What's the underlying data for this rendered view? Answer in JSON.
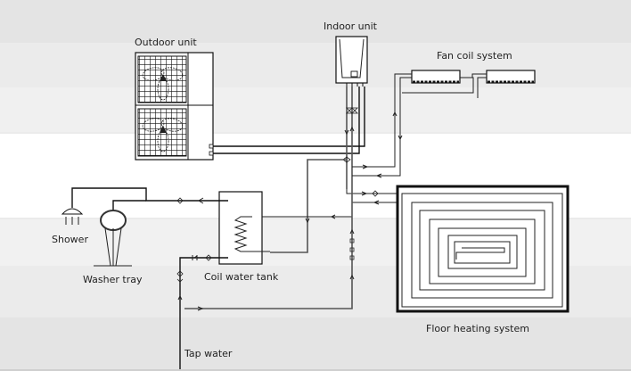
{
  "title": "Heat pump system diagram",
  "colors": {
    "background_top": "#e6e6e6",
    "background_mid": "#f2f2f2",
    "background_white": "#ffffff",
    "line": "#111111",
    "line_grey": "#555555"
  },
  "labels": {
    "outdoor_unit": "Outdoor unit",
    "indoor_unit": "Indoor unit",
    "fan_coil_system": "Fan coil system",
    "shower": "Shower",
    "washer_tray": "Washer tray",
    "coil_water_tank": "Coil water tank",
    "floor_heating_system": "Floor heating system",
    "tap_water": "Tap water"
  },
  "components": [
    {
      "id": "outdoor-unit",
      "label_key": "outdoor_unit",
      "fans": 2
    },
    {
      "id": "indoor-unit",
      "label_key": "indoor_unit"
    },
    {
      "id": "fan-coil-system",
      "label_key": "fan_coil_system",
      "units": 2
    },
    {
      "id": "shower",
      "label_key": "shower"
    },
    {
      "id": "washer-tray",
      "label_key": "washer_tray"
    },
    {
      "id": "coil-water-tank",
      "label_key": "coil_water_tank"
    },
    {
      "id": "floor-heating-system",
      "label_key": "floor_heating_system"
    },
    {
      "id": "tap-water",
      "label_key": "tap_water"
    }
  ]
}
